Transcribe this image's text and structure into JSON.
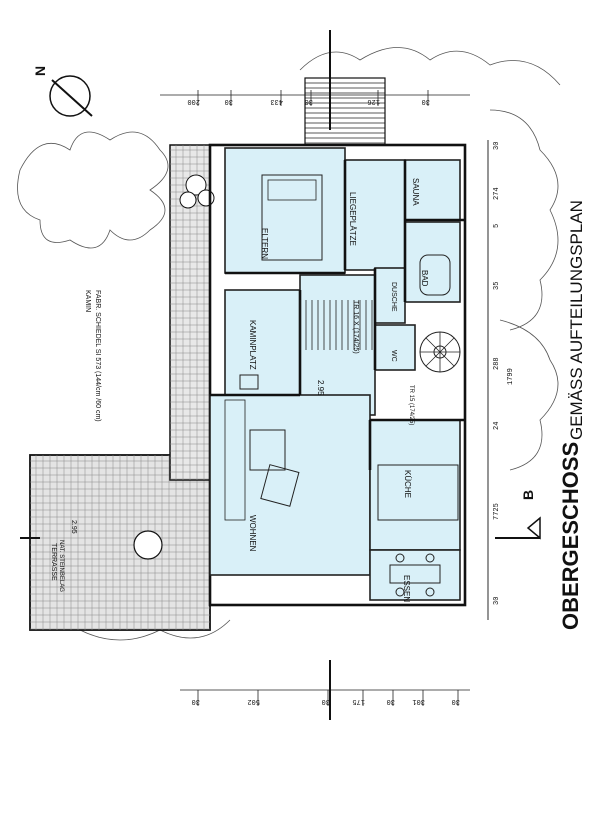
{
  "title": "OBERGESCHOSS",
  "subtitle": "GEMÄSS AUFTEILUNGSPLAN",
  "section_marker": "B",
  "rooms": {
    "eltern": "ELTERN",
    "liegeplatz": "LIEGEPLÄTZE",
    "sauna": "SAUNA",
    "bad": "BAD",
    "dusche": "DUSCHE",
    "wc": "WC",
    "kaminplatz": "KAMINPLATZ",
    "wohnen": "WOHNEN",
    "kueche": "KÜCHE",
    "essen": "ESSEN",
    "terrasse": "TERRASSE"
  },
  "notes": {
    "kamin_line1": "KAMIN",
    "kamin_line2": "FABR. SCHIEDEL SI 573 (144/cm /60 cm)",
    "stair": "TR 16 X (174/25)",
    "stair2": "TR 15 (174/25)",
    "level": "2.95",
    "terrasse_note": "NAT. STEINBELAG",
    "terrasse_level": "2.95"
  },
  "dims_top": [
    "200",
    "30",
    "433",
    "30",
    "126",
    "30"
  ],
  "dims_right": [
    "30",
    "274",
    "5",
    "35",
    "288",
    "24",
    "7725",
    "30",
    "1799"
  ],
  "dims_bottom": [
    "30",
    "502",
    "30",
    "175",
    "30",
    "301",
    "30"
  ],
  "north": "N"
}
